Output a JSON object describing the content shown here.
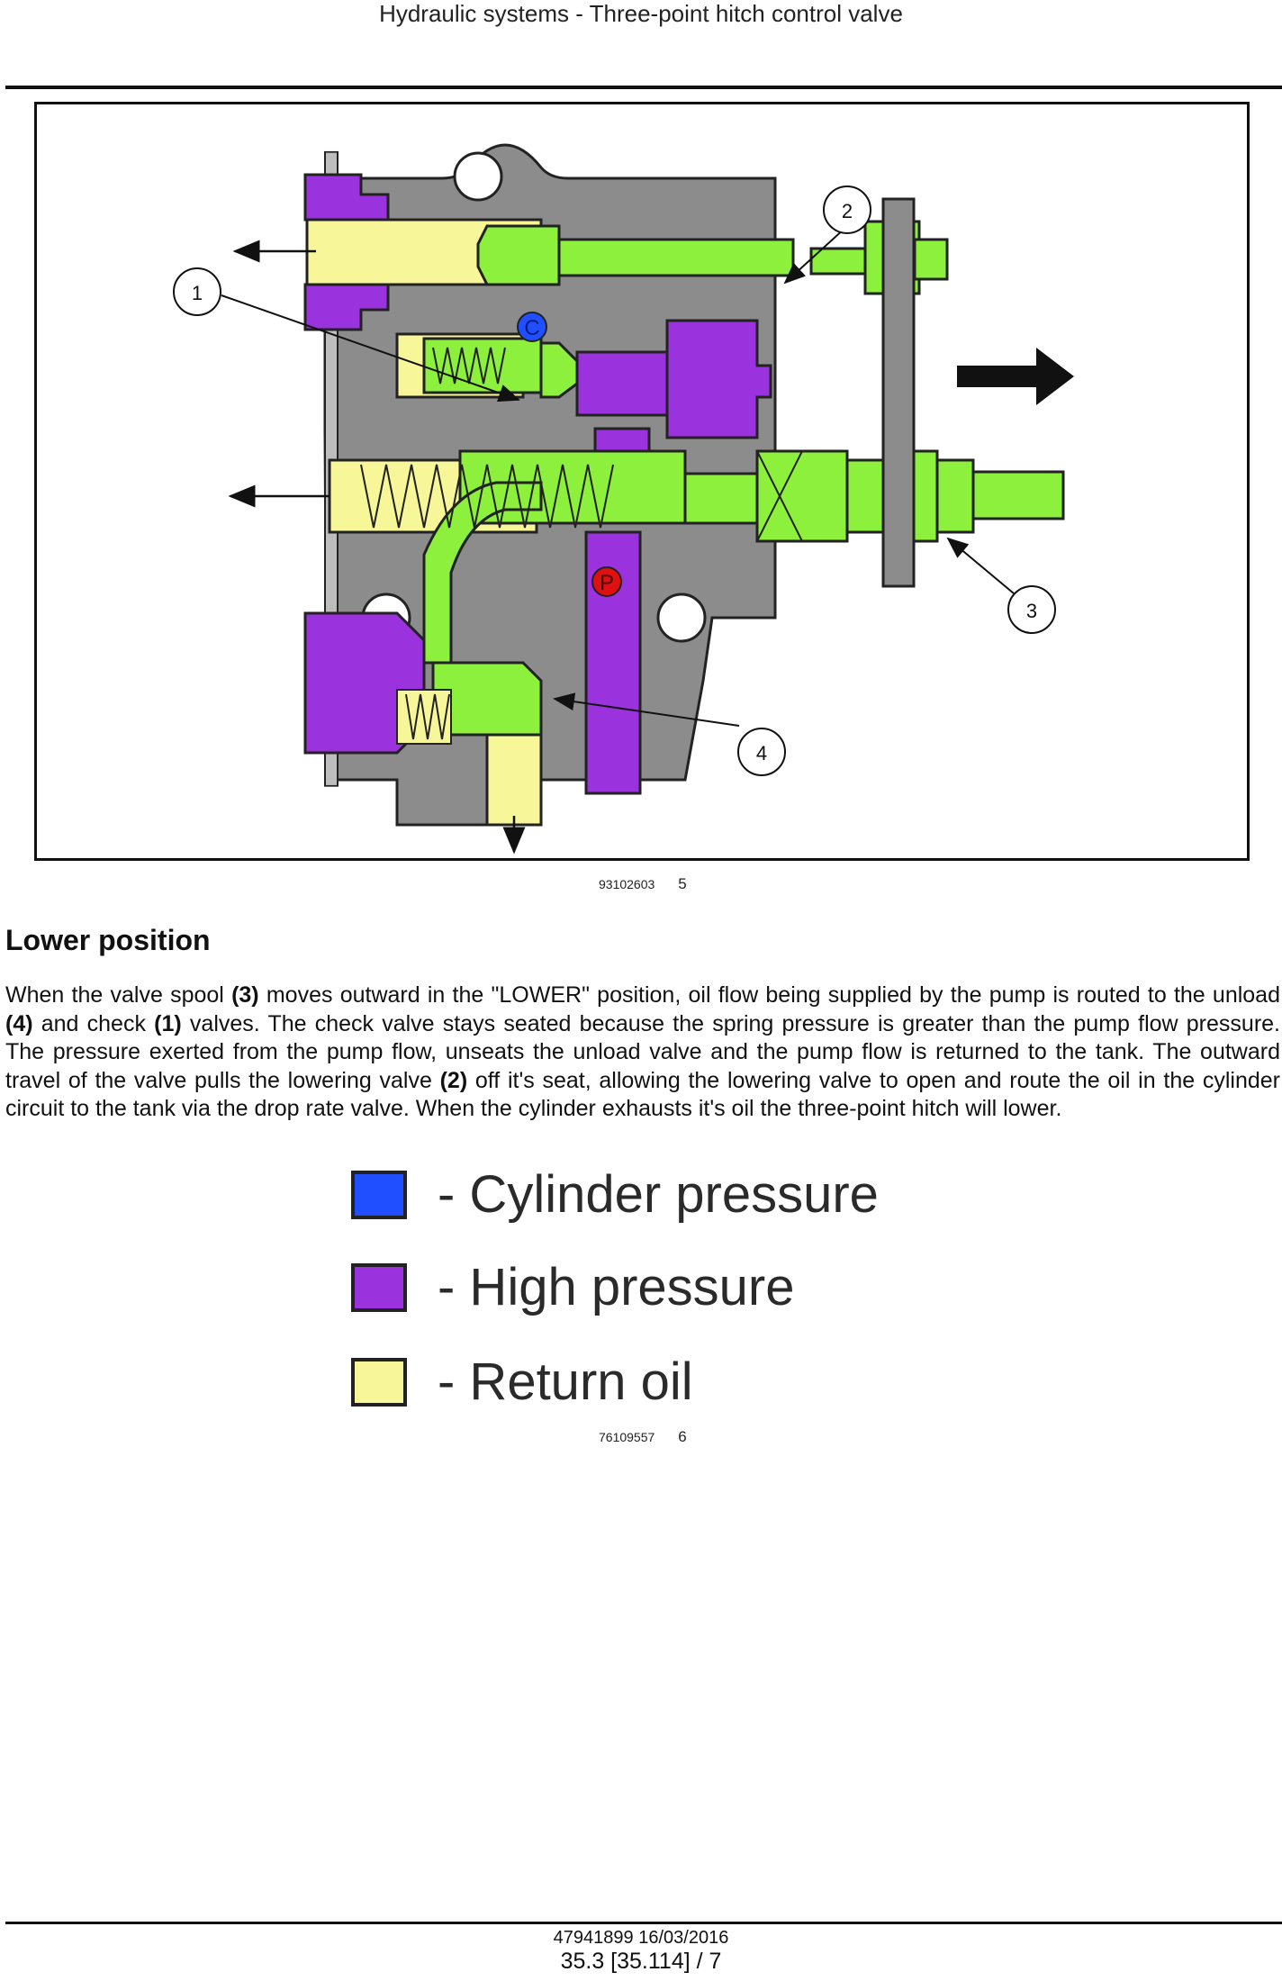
{
  "header": {
    "title": "Hydraulic systems - Three-point hitch control valve"
  },
  "figure1": {
    "callouts": [
      "1",
      "2",
      "3",
      "4"
    ],
    "port_labels": {
      "cylinder": "C",
      "pressure": "P"
    },
    "caption_id": "93102603",
    "caption_num": "5",
    "colors": {
      "cylinder": "#1f4fff",
      "high": "#9a33dd",
      "return": "#f7f79a",
      "mech": "#8cf03c",
      "body": "#8c8c8c"
    }
  },
  "section": {
    "heading": "Lower position"
  },
  "body": {
    "t1": "When the valve spool ",
    "b1": "(3)",
    "t2": " moves outward in the \"LOWER\" position, oil flow being supplied by the pump is routed to the unload ",
    "b2": "(4)",
    "t3": " and check ",
    "b3": "(1)",
    "t4": " valves. The check valve stays seated because the spring pressure is greater than the pump flow pressure.  The pressure exerted from the pump flow, unseats the unload valve and the pump flow is returned to the tank.  The outward travel of the valve pulls the lowering valve ",
    "b4": "(2)",
    "t5": " off it's seat, allowing the lowering valve to open and route the oil in the cylinder circuit to the tank via the drop rate valve. When the cylinder exhausts it's oil the three-point hitch will lower."
  },
  "legend": {
    "items": [
      {
        "label": "- Cylinder pressure",
        "color": "#1f4fff"
      },
      {
        "label": "- High pressure",
        "color": "#9a33dd"
      },
      {
        "label": "- Return oil",
        "color": "#f7f79a"
      }
    ],
    "caption_id": "76109557",
    "caption_num": "6"
  },
  "footer": {
    "doc": "47941899 16/03/2016",
    "page": "35.3 [35.114] / 7"
  }
}
